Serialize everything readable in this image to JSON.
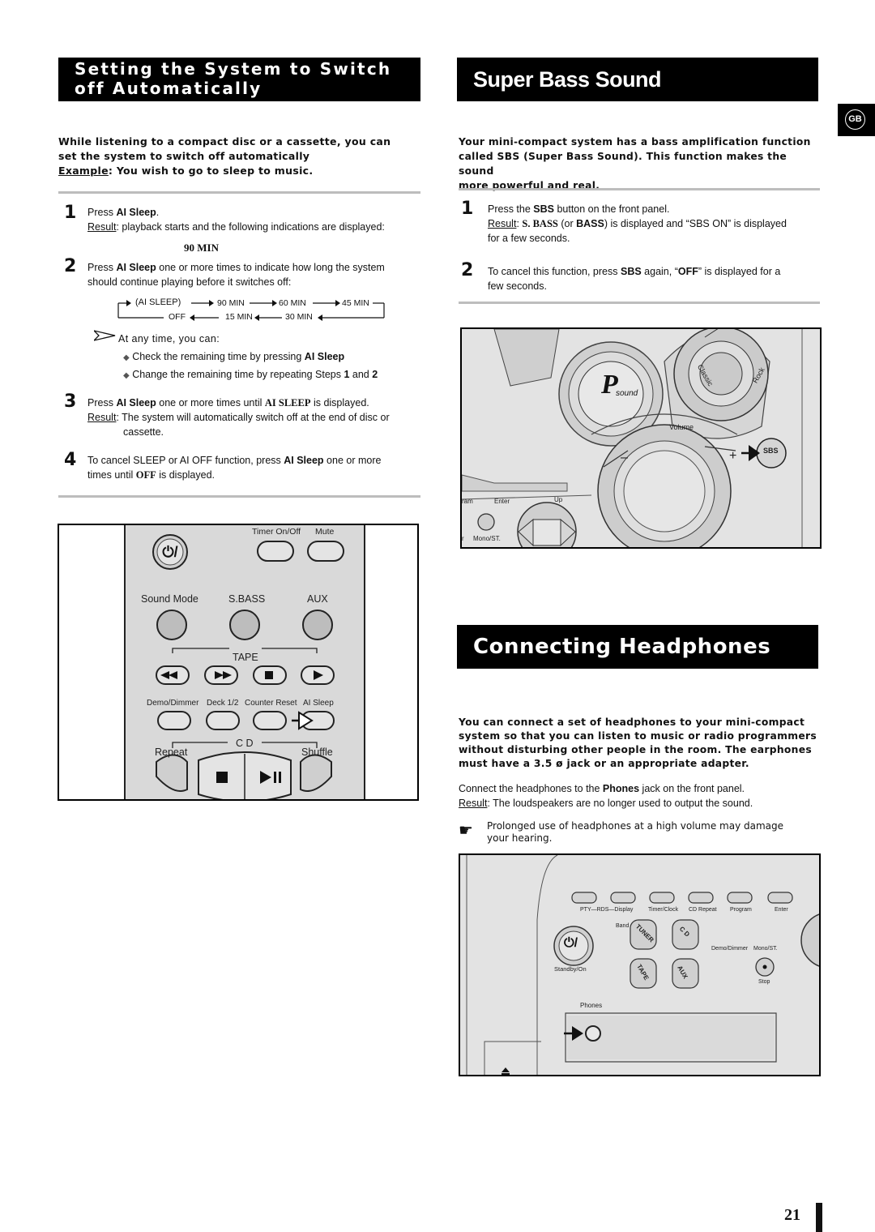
{
  "left": {
    "header": "Setting the System to Switch off Automatically",
    "intro_line1": "While listening to a compact disc or a cassette, you can",
    "intro_line2": "set the system to switch off automatically",
    "example_label": "Example",
    "example_text": ": You wish to go to sleep to music.",
    "steps": [
      {
        "num": "1"
      },
      {
        "num": "2"
      },
      {
        "num": "3"
      },
      {
        "num": "4"
      }
    ],
    "s1_a": "Press ",
    "s1_b": "AI Sleep",
    "s1_c": ".",
    "s1_result_label": "Result",
    "s1_result_text": ": playback starts and the following indications are displayed:",
    "s1_display": "90 MIN",
    "s2_a": "Press ",
    "s2_b": "AI Sleep",
    "s2_c": " one or more times to indicate how long the system",
    "s2_d": "should continue playing before it switches off:",
    "cycle": {
      "ai_sleep": "(AI SLEEP)",
      "m90": "90 MIN",
      "m60": "60 MIN",
      "m45": "45 MIN",
      "off": "OFF",
      "m15": "15 MIN",
      "m30": "30 MIN"
    },
    "anytime": "At any time, you can:",
    "bullet1_a": "Check the remaining time by pressing ",
    "bullet1_b": "AI Sleep",
    "bullet2_a": "Change the remaining time by repeating Steps ",
    "bullet2_b": "1",
    "bullet2_c": " and ",
    "bullet2_d": "2",
    "s3_a": "Press ",
    "s3_b": "AI Sleep",
    "s3_c": " one or more times until ",
    "s3_d": "AI SLEEP",
    "s3_e": " is displayed.",
    "s3_result_label": "Result",
    "s3_result_text": ": The system will automatically switch off at the end of disc or",
    "s3_result_text2": "cassette.",
    "s4_a": "To cancel SLEEP or AI OFF function, press ",
    "s4_b": "AI Sleep",
    "s4_c": " one or more",
    "s4_d": "times until ",
    "s4_e": "OFF",
    "s4_f": " is displayed."
  },
  "remote": {
    "timer": "Timer On/Off",
    "mute": "Mute",
    "sound_mode": "Sound Mode",
    "sbass": "S.BASS",
    "aux": "AUX",
    "tape": "TAPE",
    "demo": "Demo/Dimmer",
    "deck": "Deck 1/2",
    "counter": "Counter Reset",
    "ai_sleep": "AI Sleep",
    "cd": "C D",
    "repeat": "Repeat",
    "shuffle": "Shuffle"
  },
  "right": {
    "header": "Super Bass Sound",
    "gb": "GB",
    "intro1": "Your mini-compact system has a bass amplification function",
    "intro2": "called SBS (Super Bass Sound). This function makes the sound",
    "intro3": "more powerful and real.",
    "s1_a": "Press the ",
    "s1_b": "SBS",
    "s1_c": " button on the front panel.",
    "s1_result_label": "Result",
    "s1_result_a": ": ",
    "s1_result_b": "S. BASS",
    "s1_result_c": " (or ",
    "s1_result_d": "BASS",
    "s1_result_e": ") is displayed and “SBS ON” is displayed",
    "s1_result_f": "for a few seconds.",
    "s2_a": "To cancel this function, press ",
    "s2_b": "SBS",
    "s2_c": " again, “",
    "s2_d": "OFF",
    "s2_e": "” is displayed  for a",
    "s2_f": "few seconds.",
    "panel": {
      "volume": "Volume",
      "classic": "Classic",
      "rock": "Rock",
      "psound_p": "P",
      "psound_s": "sound",
      "sbs": "SBS",
      "program": "ram",
      "enter": "Enter",
      "up": "Up",
      "mono": "Mono/ST.",
      "r": "r"
    }
  },
  "headphones": {
    "header": "Connecting Headphones",
    "intro1": "You can connect a set of headphones to your mini-compact",
    "intro2": "system so that you can listen to music or radio programmers",
    "intro3": "without disturbing other people in the room. The earphones",
    "intro4": "must have a 3.5 ø jack or an appropriate adapter.",
    "line1_a": "Connect the headphones to the ",
    "line1_b": "Phones",
    "line1_c": " jack on the front panel.",
    "result_label": "Result",
    "result_text": ": The loudspeakers are no longer used to output the sound.",
    "note1": "Prolonged use of headphones at a high volume may damage",
    "note2": "your hearing.",
    "panel": {
      "pty": "PTY—RDS—Display",
      "timer": "Timer/Clock",
      "cdrepeat": "CD Repeat",
      "program": "Program",
      "enter": "Enter",
      "band": "Band",
      "tuner": "TUNER",
      "cd": "C D",
      "demo": "Demo/Dimmer",
      "mono": "Mono/ST.",
      "standby": "Standby/On",
      "tape": "TAPE",
      "aux": "AUX",
      "stop": "Stop",
      "phones": "Phones"
    }
  },
  "page_number": "21"
}
